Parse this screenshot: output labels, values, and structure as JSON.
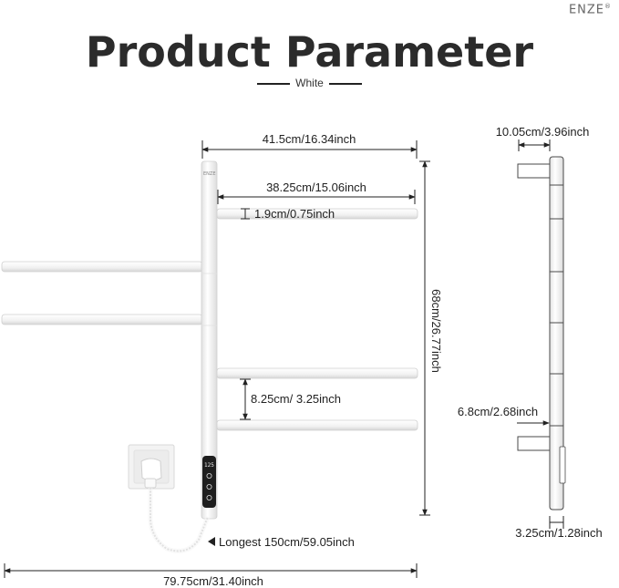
{
  "brand": {
    "name": "ENZE"
  },
  "header": {
    "title": "Product Parameter",
    "color_label": "White"
  },
  "product": {
    "logo": "ENZE",
    "display_readout": "125"
  },
  "dimensions": {
    "total_width": "41.5cm/16.34inch",
    "bar_length": "38.25cm/15.06inch",
    "bar_diameter": "1.9cm/0.75inch",
    "height": "68cm/26.77inch",
    "bar_spacing": "8.25cm/ 3.25inch",
    "cord_length": "Longest 150cm/59.05inch",
    "full_span": "79.75cm/31.40inch",
    "depth": "10.05cm/3.96inch",
    "bracket_offset": "6.8cm/2.68inch",
    "pole_thickness": "3.25cm/1.28inch"
  }
}
